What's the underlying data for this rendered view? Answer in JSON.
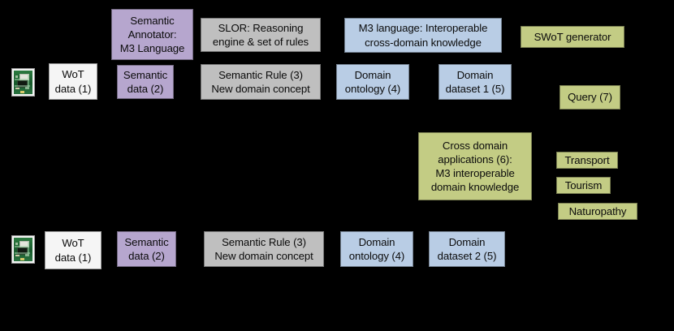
{
  "diagram": {
    "title": "SWoT (Semantic Web of Things) data flow pipeline",
    "background_color": "#000000",
    "palette": {
      "purple": "#b6a6ce",
      "gray": "#bfbfbf",
      "blue": "#b9cde5",
      "olive": "#c3cc84",
      "white": "#f5f5f5"
    },
    "devices": [
      {
        "name": "sensor-device-top",
        "label": "wot-sensor-board-icon"
      },
      {
        "name": "sensor-device-bottom",
        "label": "wot-sensor-board-icon"
      }
    ],
    "nodes": [
      {
        "id": "semantic-annotator",
        "text": "Semantic\nAnnotator:\nM3 Language",
        "color": "purple"
      },
      {
        "id": "slor",
        "text": "SLOR: Reasoning\nengine & set of rules",
        "color": "gray"
      },
      {
        "id": "m3-language",
        "text": "M3 language: Interoperable\ncross-domain knowledge",
        "color": "blue"
      },
      {
        "id": "swot-generator",
        "text": "SWoT generator",
        "color": "olive"
      },
      {
        "id": "wot-data-1-top",
        "text": "WoT\ndata (1)",
        "color": "white"
      },
      {
        "id": "semantic-data-2-top",
        "text": "Semantic\ndata (2)",
        "color": "purple"
      },
      {
        "id": "semantic-rule-3-top",
        "text": "Semantic Rule (3)\nNew domain concept",
        "color": "gray"
      },
      {
        "id": "domain-ontology-4-top",
        "text": "Domain\nontology (4)",
        "color": "blue"
      },
      {
        "id": "domain-dataset-1-5",
        "text": "Domain\ndataset 1 (5)",
        "color": "blue"
      },
      {
        "id": "query-7",
        "text": "Query (7)",
        "color": "olive"
      },
      {
        "id": "cross-domain-apps-6",
        "text": "Cross domain\napplications (6):\nM3 interoperable\ndomain knowledge",
        "color": "olive"
      },
      {
        "id": "transport",
        "text": "Transport",
        "color": "olive"
      },
      {
        "id": "tourism",
        "text": "Tourism",
        "color": "olive"
      },
      {
        "id": "naturopathy",
        "text": "Naturopathy",
        "color": "olive"
      },
      {
        "id": "wot-data-1-bottom",
        "text": "WoT\ndata (1)",
        "color": "white"
      },
      {
        "id": "semantic-data-2-bottom",
        "text": "Semantic\ndata (2)",
        "color": "purple"
      },
      {
        "id": "semantic-rule-3-bottom",
        "text": "Semantic Rule (3)\nNew domain concept",
        "color": "gray"
      },
      {
        "id": "domain-ontology-4-bottom",
        "text": "Domain\nontology (4)",
        "color": "blue"
      },
      {
        "id": "domain-dataset-2-5",
        "text": "Domain\ndataset 2 (5)",
        "color": "blue"
      }
    ]
  }
}
